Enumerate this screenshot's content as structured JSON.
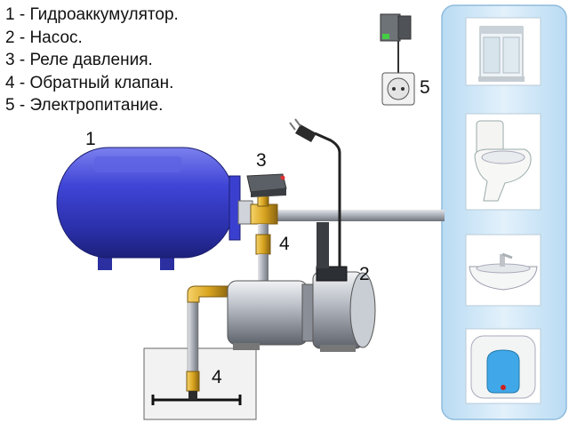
{
  "legend": {
    "items": [
      {
        "number": "1",
        "text": "1 - Гидроаккумулятор."
      },
      {
        "number": "2",
        "text": "2 - Насос."
      },
      {
        "number": "3",
        "text": "3 - Реле давления."
      },
      {
        "number": "4",
        "text": "4 - Обратный клапан."
      },
      {
        "number": "5",
        "text": "5 - Электропитание."
      }
    ]
  },
  "callouts": {
    "accumulator": "1",
    "pump": "2",
    "pressure_switch": "3",
    "check_valve_top": "4",
    "check_valve_well": "4",
    "power_supply": "5"
  },
  "colors": {
    "tank_blue": "#3a3fd0",
    "panel_blue": "#cfe6f7",
    "panel_border": "#8fbcdc",
    "brass": "#d9a520",
    "pipe_grey": "#b8bcc4",
    "pump_steel": "#9aa0a8"
  },
  "fixtures": [
    "shower-cabin-icon",
    "toilet-icon",
    "sink-icon",
    "water-heater-icon"
  ]
}
